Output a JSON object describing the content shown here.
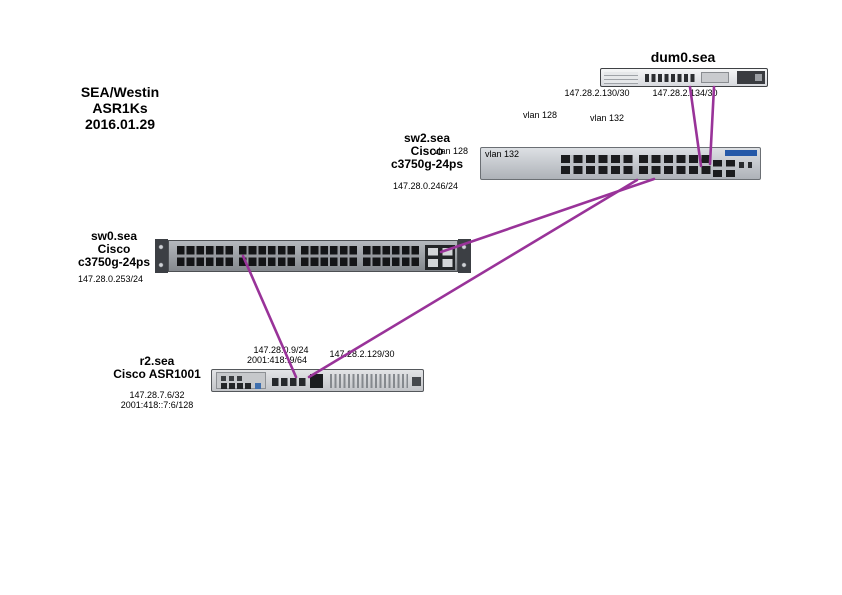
{
  "colors": {
    "link": "#993399"
  },
  "title": {
    "line1": "SEA/Westin",
    "line2": "ASR1Ks",
    "line3": "2016.01.29"
  },
  "devices": {
    "dum0": {
      "name": "dum0.sea",
      "ip_left": "147.28.2.130/30",
      "ip_right": "147.28.2.134/30"
    },
    "sw2": {
      "name": "sw2.sea",
      "vendor": "Cisco",
      "model": "c3750g-24ps",
      "ip": "147.28.0.246/24"
    },
    "sw0": {
      "name": "sw0.sea",
      "vendor": "Cisco",
      "model": "c3750g-24ps",
      "ip": "147.28.0.253/24"
    },
    "r2": {
      "name": "r2.sea",
      "model": "Cisco ASR1001",
      "ip_v4": "147.28.7.6/32",
      "ip_v6": "2001:418::7:6/128"
    }
  },
  "interface_labels": {
    "r2_lan_v4": "147.28.0.9/24",
    "r2_lan_v6": "2001:418::9/64",
    "r2_p2p": "147.28.2.129/30"
  },
  "vlan_labels": {
    "top_left": "vlan 128",
    "top_right": "vlan 132",
    "sw2_left": "vlan 128",
    "sw2_right": "vlan 132"
  }
}
